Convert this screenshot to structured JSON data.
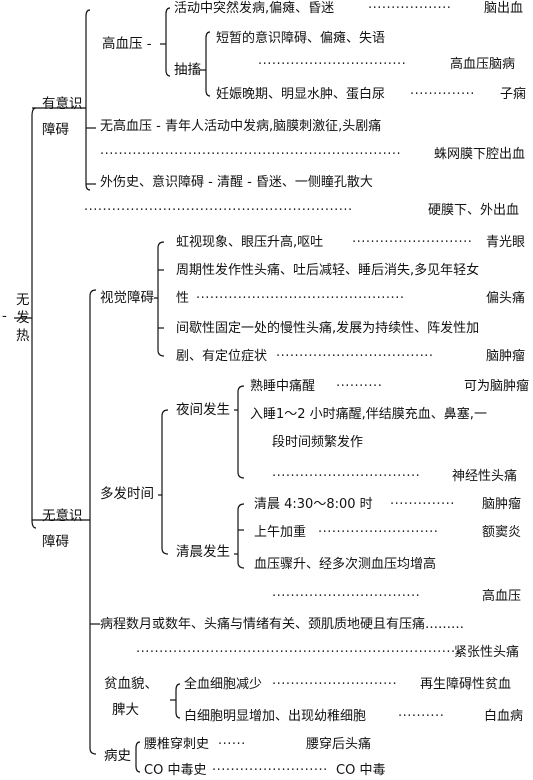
{
  "root": {
    "chars": [
      "无",
      "发",
      "热"
    ],
    "dash": "-"
  },
  "conscious": {
    "line1": "有意识",
    "line2": "障碍"
  },
  "hypertension": {
    "label": "高血压 -",
    "sudden": {
      "text": "活动中突然发病,偏瘫、昏迷",
      "dots": "··················",
      "result": "脑出血"
    },
    "convulsion": {
      "label": "抽搐",
      "brief": "短暂的意识障碍、偏瘫、失语",
      "brief_dots": "································",
      "brief_result": "高血压脑病",
      "pregnancy": "妊娠晚期、明显水肿、蛋白尿",
      "pregnancy_dots": "··············",
      "pregnancy_result": "子痫"
    }
  },
  "no_hypertension": {
    "text": "无高血压 - 青年人活动中发病,脑膜刺激征,头剧痛",
    "dots": "·································································",
    "result": "蛛网膜下腔出血"
  },
  "trauma": {
    "text": "外伤史、意识障碍 - 清醒 - 昏迷、一侧瞳孔散大",
    "dots": "··························································",
    "result": "硬膜下、外出血"
  },
  "unconscious": {
    "line1": "无意识",
    "line2": "障碍"
  },
  "visual": {
    "label": "视觉障碍",
    "glaucoma": {
      "text": "虹视现象、眼压升高,呕吐",
      "dots": "··························",
      "result": "青光眼"
    },
    "migraine": {
      "line1": "周期性发作性头痛、吐后减轻、睡后消失,多见年轻女",
      "line2": "性",
      "dots": "·············································",
      "result": "偏头痛"
    },
    "tumor": {
      "line1": "间歇性固定一处的慢性头痛,发展为持续性、阵发性加",
      "line2": "剧、有定位症状",
      "dots": "··································",
      "result": "脑肿瘤"
    }
  },
  "timing": {
    "label": "多发时间",
    "night": {
      "label": "夜间发生",
      "deep": {
        "text": "熟睡中痛醒",
        "dots": "··········",
        "result": "可为脑肿瘤"
      },
      "cluster": {
        "line1": "入睡1～2 小时痛醒,伴结膜充血、鼻塞,一",
        "line2": "段时间频繁发作",
        "dots": "································",
        "result": "神经性头痛"
      }
    },
    "morning": {
      "label": "清晨发生",
      "early": {
        "text": "清晨 4:30～8:00 时",
        "dots": "··············",
        "result": "脑肿瘤"
      },
      "forenoon": {
        "text": "上午加重",
        "dots": "··························",
        "result": "额窦炎"
      },
      "bp": {
        "line1": "血压骤升、经多次测血压均增高",
        "dots": "································",
        "result": "高血压"
      }
    }
  },
  "tension": {
    "line1": "病程数月或数年、头痛与情绪有关、颈肌质地硬且有压痛………",
    "dots": "·······································································",
    "result": "紧张性头痛"
  },
  "anemia": {
    "line1": "贫血貌、",
    "line2": "脾大",
    "pancytopenia": {
      "text": "全血细胞减少",
      "dots": "···························",
      "result": "再生障碍性贫血"
    },
    "leukocytosis": {
      "text": "白细胞明显增加、出现幼稚细胞",
      "dots": "··········",
      "result": "白血病"
    }
  },
  "history": {
    "label": "病史",
    "lumbar": {
      "text": "腰椎穿刺史",
      "dots": "······",
      "result": "腰穿后头痛"
    },
    "co": {
      "text": "CO 中毒史",
      "dots": "·························",
      "result": "CO 中毒"
    }
  }
}
